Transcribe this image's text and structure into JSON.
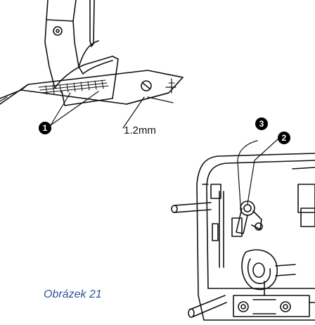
{
  "figure": {
    "markers": {
      "one": "1",
      "two": "2",
      "three": "3"
    },
    "dimension_label": "1.2mm",
    "caption": "Obrázek 21"
  },
  "colors": {
    "line": "#111111",
    "caption": "#2f5496"
  }
}
